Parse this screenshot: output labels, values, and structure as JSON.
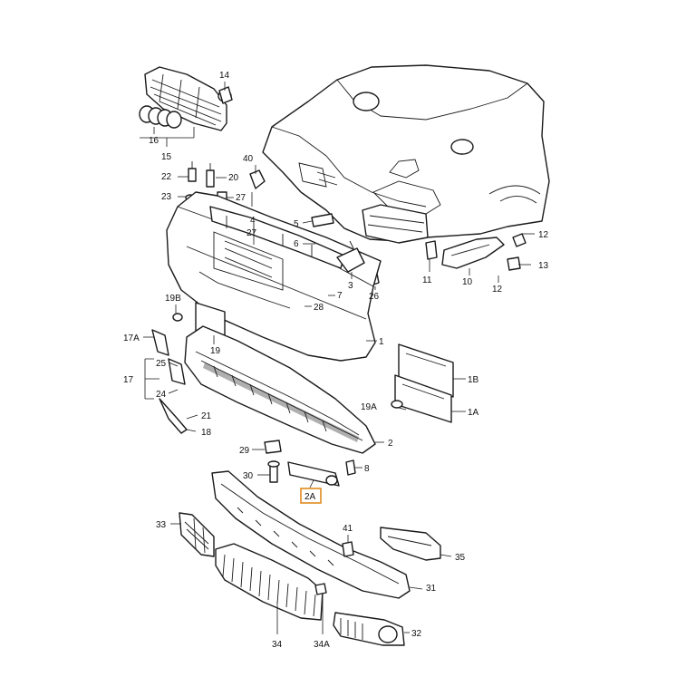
{
  "labels": {
    "l1": "1",
    "l1a": "1A",
    "l1b": "1B",
    "l2": "2",
    "l2a": "2A",
    "l3": "3",
    "l4": "4",
    "l5": "5",
    "l6": "6",
    "l7": "7",
    "l8": "8",
    "l10": "10",
    "l11": "11",
    "l12a": "12",
    "l12b": "12",
    "l13": "13",
    "l14": "14",
    "l15": "15",
    "l16": "16",
    "l17": "17",
    "l17a": "17A",
    "l18": "18",
    "l19": "19",
    "l19a": "19A",
    "l19b": "19B",
    "l20": "20",
    "l21": "21",
    "l22": "22",
    "l23": "23",
    "l24": "24",
    "l25": "25",
    "l26": "26",
    "l27a": "27",
    "l27b": "27",
    "l28": "28",
    "l29": "29",
    "l30": "30",
    "l31": "31",
    "l32": "32",
    "l33": "33",
    "l34": "34",
    "l34a": "34A",
    "l35": "35",
    "l40": "40",
    "l41": "41"
  },
  "highlight_color": "#e08a1e",
  "line_color": "#1a1a1a"
}
